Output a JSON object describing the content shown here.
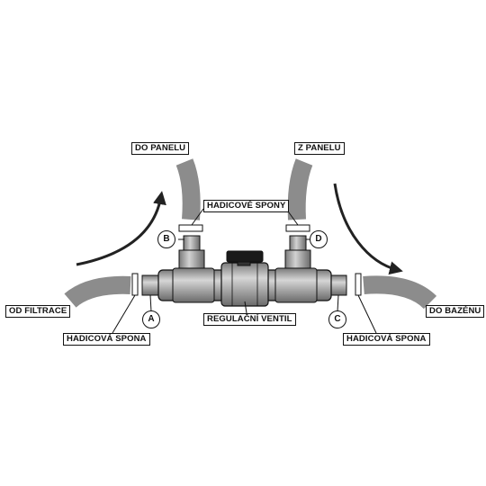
{
  "labels": {
    "do_panelu": "DO PANELU",
    "z_panelu": "Z PANELU",
    "hadicove_spony": "HADICOVÉ SPONY",
    "od_filtrace": "OD FILTRACE",
    "do_bazenu": "DO BAZÉNU",
    "regulacni_ventil": "REGULAČNÍ VENTIL",
    "hadicova_spona_left": "HADICOVÁ SPONA",
    "hadicova_spona_right": "HADICOVÁ SPONA"
  },
  "markers": {
    "a": "A",
    "b": "B",
    "c": "C",
    "d": "D"
  },
  "colors": {
    "hose": "#8c8c8c",
    "valve": "#a3a3a3",
    "outline": "#111111",
    "arrow": "#222222"
  }
}
